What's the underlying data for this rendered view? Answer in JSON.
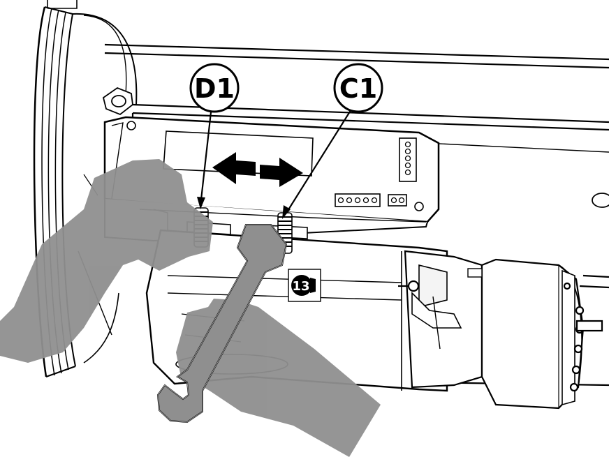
{
  "figure": {
    "callouts": [
      {
        "id": "d1",
        "label": "D1"
      },
      {
        "id": "c1",
        "label": "C1"
      }
    ],
    "wrench_size_badge": "13",
    "colors": {
      "line": "#000000",
      "hand_shadow": "#8f8f8f",
      "background": "#ffffff",
      "light_part": "#f4f4f4"
    }
  }
}
